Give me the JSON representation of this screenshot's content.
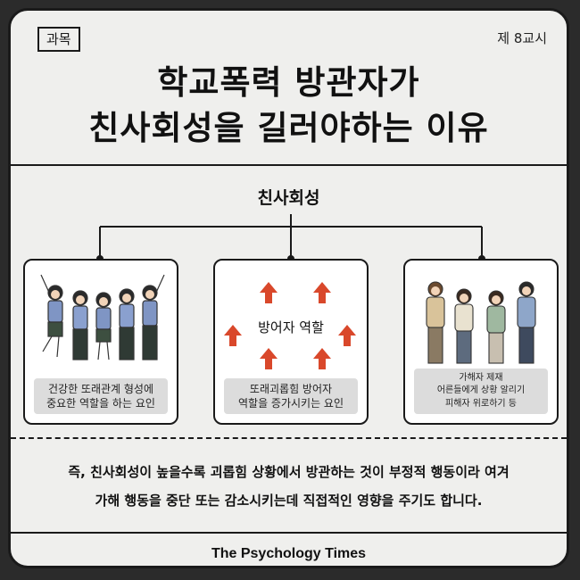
{
  "header": {
    "tag": "과목",
    "lesson": "제 8교시",
    "title_line1": "학교폭력 방관자가",
    "title_line2": "친사회성을 길러야하는 이유"
  },
  "diagram": {
    "root": "친사회성",
    "children": [
      {
        "caption_line1": "건강한 또래관계 형성에",
        "caption_line2": "중요한 역할을 하는 요인",
        "illustration": "students-group-icon"
      },
      {
        "center_label": "방어자 역할",
        "caption_line1": "또래괴롭힘 방어자",
        "caption_line2": "역할을 증가시키는 요인",
        "illustration": "up-arrows-icon"
      },
      {
        "caption_line1": "가해자 제재",
        "caption_line2": "어른들에게 상황 알리기",
        "caption_line3": "피해자 위로하기 등",
        "illustration": "adults-group-icon"
      }
    ]
  },
  "summary": {
    "line1": "즉, 친사회성이 높을수록 괴롭힘 상황에서 방관하는 것이 부정적 행동이라 여겨",
    "line2": "가해 행동을 중단 또는 감소시키는데 직접적인 영향을 주기도 합니다."
  },
  "footer": {
    "brand": "The Psychology Times"
  },
  "colors": {
    "arrow": "#d9482b",
    "border": "#1a1a1a",
    "background": "#efefed",
    "caption_bg": "#dcdcdc"
  }
}
